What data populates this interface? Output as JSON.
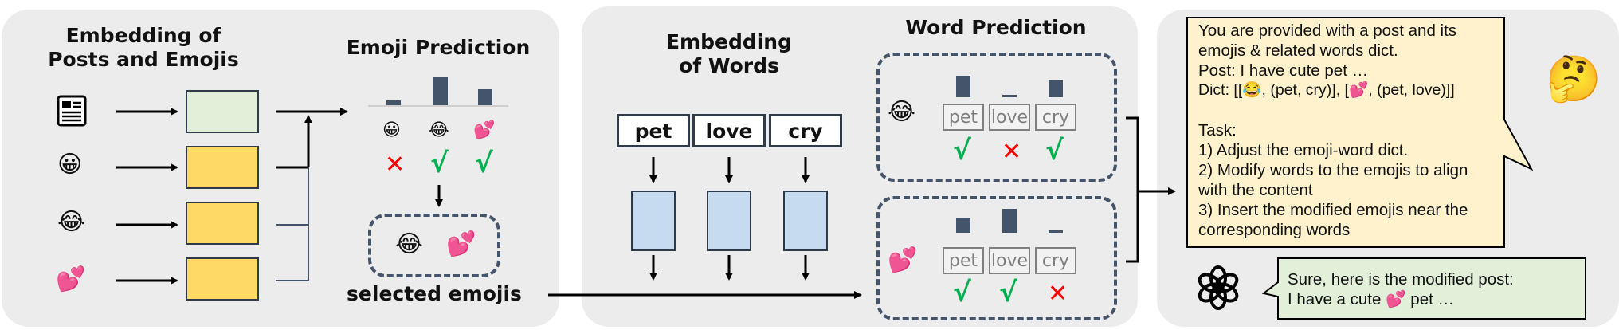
{
  "panel1": {
    "title": "Embedding of\nPosts and Emojis",
    "title_line1": "Embedding of",
    "title_line2": "Posts and Emojis",
    "inputs": [
      {
        "icon": "newspaper-icon",
        "glyph": "📰"
      },
      {
        "icon": "grinning-face-icon",
        "glyph": "😀"
      },
      {
        "icon": "tears-of-joy-icon",
        "glyph": "😂"
      },
      {
        "icon": "two-hearts-icon",
        "glyph": "💕"
      }
    ],
    "emoji_prediction_title": "Emoji Prediction",
    "prediction": {
      "emojis": [
        "😀",
        "😂",
        "💕"
      ],
      "marks": [
        "✕",
        "√",
        "√"
      ],
      "scores": [
        0.18,
        1.0,
        0.55
      ]
    },
    "selected_emojis": [
      "😂",
      "💕"
    ],
    "selected_label": "selected emojis"
  },
  "panel2": {
    "title_line1": "Embedding",
    "title_line2": "of Words",
    "words": [
      "pet",
      "love",
      "cry"
    ],
    "word_prediction_title": "Word Prediction",
    "groups": [
      {
        "emoji": "😂",
        "candidates": [
          "pet",
          "love",
          "cry"
        ],
        "scores": [
          0.85,
          0.08,
          0.7
        ],
        "marks": [
          "√",
          "✕",
          "√"
        ]
      },
      {
        "emoji": "💕",
        "candidates": [
          "pet",
          "love",
          "cry"
        ],
        "scores": [
          0.6,
          0.95,
          0.08
        ],
        "marks": [
          "√",
          "√",
          "✕"
        ]
      }
    ]
  },
  "panel3": {
    "prompt_lines": [
      "You are provided with a post and its",
      "emojis & related words dict.",
      "Post: I have cute pet …",
      "Dict: [[😂, (pet, cry)], [💕, (pet, love)]]",
      "",
      "Task:",
      "1) Adjust the emoji-word dict.",
      "2) Modify words to the emojis to align",
      "with the content",
      "3) Insert the modified emojis near the",
      "corresponding words"
    ],
    "thinking_emoji": "🤔",
    "response_line1": "Sure, here is the modified post:",
    "response_line2": "I have a cute 💕 pet …",
    "assistant_icon": "openai-logo-icon"
  },
  "colors": {
    "panel_bg": "#ececec",
    "yellow": "#ffd966",
    "light_green": "#e2efd9",
    "light_blue": "#c6dbef",
    "bubble_yellow": "#fff2cc",
    "bubble_green": "#e2efd9",
    "dark_slate": "#44546a",
    "check_green": "#00b050",
    "cross_red": "#ff0000"
  }
}
